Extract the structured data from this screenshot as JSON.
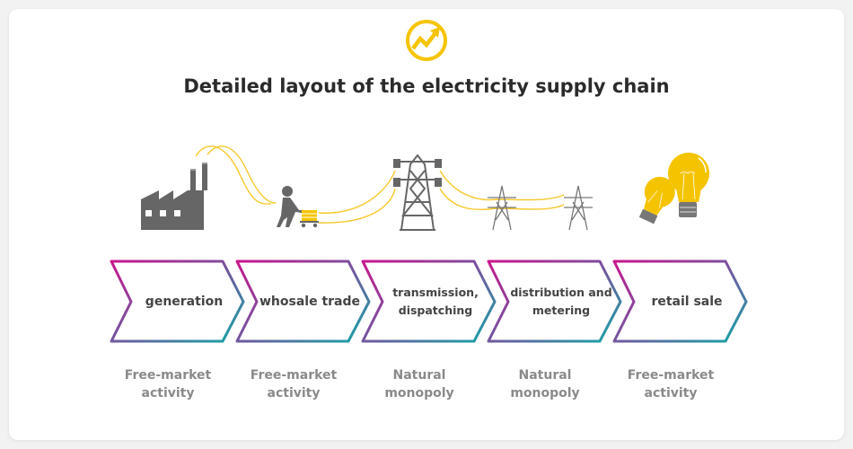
{
  "title": "Detailed layout of the electricity supply chain",
  "colors": {
    "accent": "#f5c400",
    "gray": "#666666",
    "magenta": "#c8168c",
    "purple": "#7b4f9e",
    "teal": "#12a8a6"
  },
  "icons": [
    "growth-chart-icon",
    "factory-icon",
    "worker-cart-icon",
    "transmission-tower-icon",
    "distribution-pylon-icon",
    "light-bulb-icon"
  ],
  "steps": [
    {
      "label": "generation",
      "activity": "Free-market activity"
    },
    {
      "label": "whosale trade",
      "activity": "Free-market activity"
    },
    {
      "label": "transmission, dispatching",
      "activity": "Natural monopoly"
    },
    {
      "label": "distribution and metering",
      "activity": "Natural monopoly"
    },
    {
      "label": "retail sale",
      "activity": "Free-market activity"
    }
  ]
}
